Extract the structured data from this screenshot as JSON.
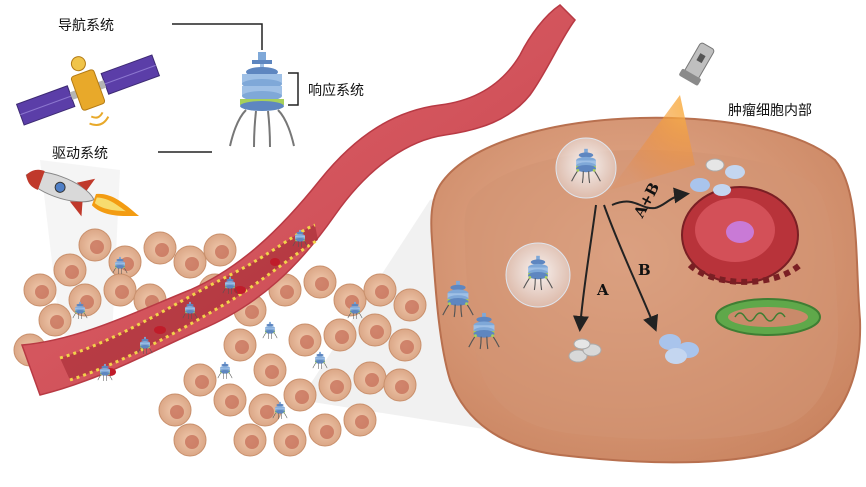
{
  "labels": {
    "navigation": "导航系统",
    "response": "响应系统",
    "drive": "驱动系统",
    "tumor_interior": "肿瘤细胞内部"
  },
  "paths": {
    "a": "A",
    "b": "B",
    "ab": "A+B"
  },
  "colors": {
    "vessel": "#d9555e",
    "vessel_inner": "#b7363e",
    "cell_body": "#e2a27f",
    "cell_interior": "#cf8c68",
    "nucleus": "#9c2a2e",
    "mitochondria": "#5fa84a",
    "robot_ring": "#7fa8d8",
    "robot_band": "#a7d05a",
    "light_beam": "#f07a1f",
    "payload": "#c4d6f0",
    "drug": "#d8d8d8"
  },
  "icons": [
    "satellite-icon",
    "rocket-icon",
    "flashlight-icon",
    "nanorobot-icon"
  ]
}
